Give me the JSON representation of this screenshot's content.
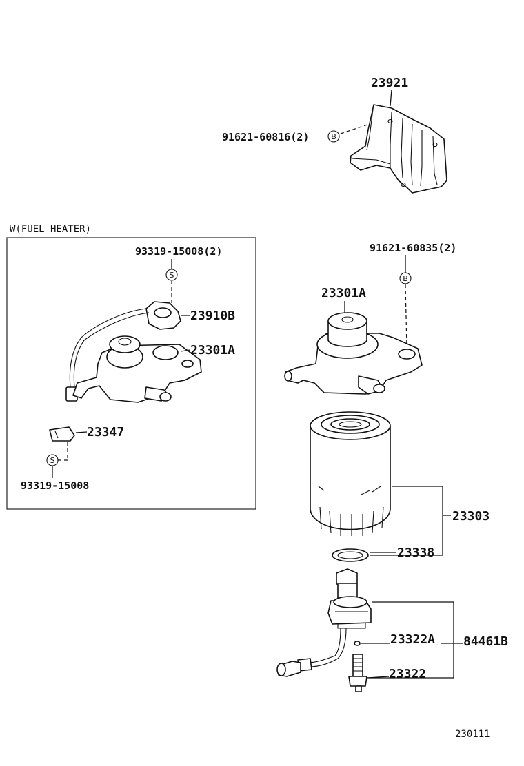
{
  "labels": {
    "bracket_part": "23921",
    "bolt_upper": "91621-60816(2)",
    "bolt_right": "91621-60835(2)",
    "heater_group_title": "W(FUEL HEATER)",
    "heater_screw_top": "93319-15008(2)",
    "heater_sensor": "23910B",
    "heater_body": "23301A",
    "heater_clip": "23347",
    "heater_screw_bottom": "93319-15008",
    "filter_head": "23301A",
    "filter_element": "23303",
    "o_ring": "23338",
    "drain_small": "23322A",
    "drain_plug": "23322",
    "drain_assy": "84461B",
    "figure_number": "230111"
  },
  "symbols": {
    "bolt_marker": "B",
    "screw_marker": "S"
  }
}
